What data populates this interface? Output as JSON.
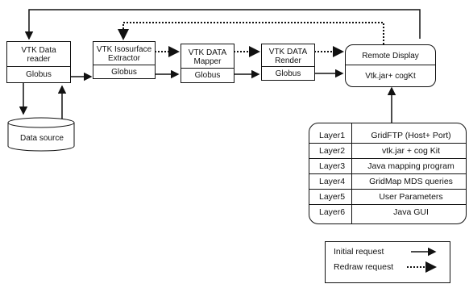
{
  "boxes": {
    "reader": {
      "top": "VTK Data\nreader",
      "bottom": "Globus"
    },
    "extractor": {
      "top": "VTK Isosurface\nExtractor",
      "bottom": "Globus"
    },
    "mapper": {
      "top": "VTK DATA\nMapper",
      "bottom": "Globus"
    },
    "render": {
      "top": "VTK DATA\nRender",
      "bottom": "Globus"
    },
    "display": {
      "top": "Remote Display",
      "bottom": "Vtk.jar+ cogKt"
    }
  },
  "data_source": "Data source",
  "layers": [
    {
      "name": "Layer1",
      "desc": "GridFTP (Host+ Port)"
    },
    {
      "name": "Layer2",
      "desc": "vtk.jar + cog Kit"
    },
    {
      "name": "Layer3",
      "desc": "Java mapping program"
    },
    {
      "name": "Layer4",
      "desc": "GridMap   MDS queries"
    },
    {
      "name": "Layer5",
      "desc": "User Parameters"
    },
    {
      "name": "Layer6",
      "desc": "Java GUI"
    }
  ],
  "legend": {
    "initial": "Initial    request",
    "redraw": "Redraw request"
  }
}
